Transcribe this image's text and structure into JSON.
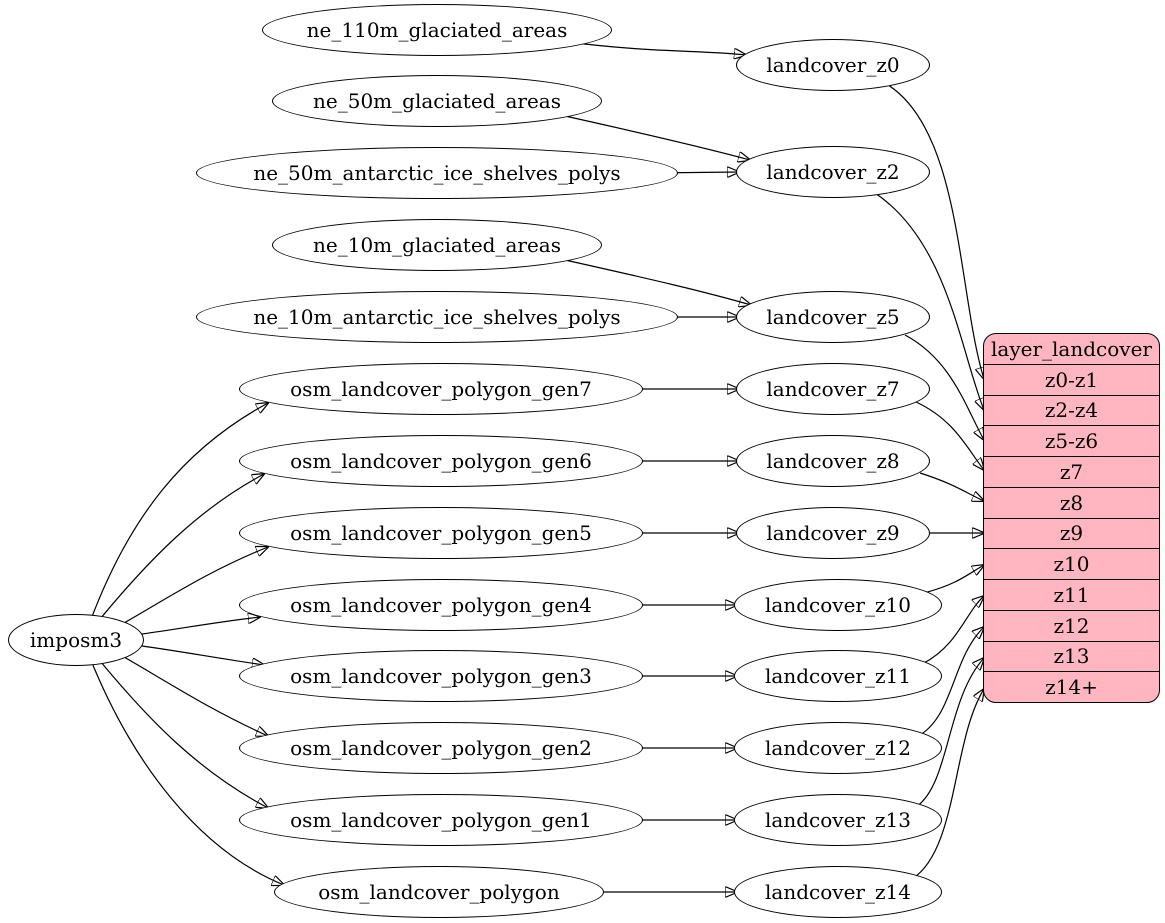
{
  "nodes": {
    "root": "imposm3",
    "sources": [
      "ne_110m_glaciated_areas",
      "ne_50m_glaciated_areas",
      "ne_50m_antarctic_ice_shelves_polys",
      "ne_10m_glaciated_areas",
      "ne_10m_antarctic_ice_shelves_polys",
      "osm_landcover_polygon_gen7",
      "osm_landcover_polygon_gen6",
      "osm_landcover_polygon_gen5",
      "osm_landcover_polygon_gen4",
      "osm_landcover_polygon_gen3",
      "osm_landcover_polygon_gen2",
      "osm_landcover_polygon_gen1",
      "osm_landcover_polygon"
    ],
    "intermediates": [
      "landcover_z0",
      "landcover_z2",
      "landcover_z5",
      "landcover_z7",
      "landcover_z8",
      "landcover_z9",
      "landcover_z10",
      "landcover_z11",
      "landcover_z12",
      "landcover_z13",
      "landcover_z14"
    ]
  },
  "table": {
    "title": "layer_landcover",
    "rows": [
      "z0-z1",
      "z2-z4",
      "z5-z6",
      "z7",
      "z8",
      "z9",
      "z10",
      "z11",
      "z12",
      "z13",
      "z14+"
    ]
  },
  "edges": [
    {
      "from": "imposm3",
      "to": "osm_landcover_polygon_gen7"
    },
    {
      "from": "imposm3",
      "to": "osm_landcover_polygon_gen6"
    },
    {
      "from": "imposm3",
      "to": "osm_landcover_polygon_gen5"
    },
    {
      "from": "imposm3",
      "to": "osm_landcover_polygon_gen4"
    },
    {
      "from": "imposm3",
      "to": "osm_landcover_polygon_gen3"
    },
    {
      "from": "imposm3",
      "to": "osm_landcover_polygon_gen2"
    },
    {
      "from": "imposm3",
      "to": "osm_landcover_polygon_gen1"
    },
    {
      "from": "imposm3",
      "to": "osm_landcover_polygon"
    },
    {
      "from": "ne_110m_glaciated_areas",
      "to": "landcover_z0"
    },
    {
      "from": "ne_50m_glaciated_areas",
      "to": "landcover_z2"
    },
    {
      "from": "ne_50m_antarctic_ice_shelves_polys",
      "to": "landcover_z2"
    },
    {
      "from": "ne_10m_glaciated_areas",
      "to": "landcover_z5"
    },
    {
      "from": "ne_10m_antarctic_ice_shelves_polys",
      "to": "landcover_z5"
    },
    {
      "from": "osm_landcover_polygon_gen7",
      "to": "landcover_z7"
    },
    {
      "from": "osm_landcover_polygon_gen6",
      "to": "landcover_z8"
    },
    {
      "from": "osm_landcover_polygon_gen5",
      "to": "landcover_z9"
    },
    {
      "from": "osm_landcover_polygon_gen4",
      "to": "landcover_z10"
    },
    {
      "from": "osm_landcover_polygon_gen3",
      "to": "landcover_z11"
    },
    {
      "from": "osm_landcover_polygon_gen2",
      "to": "landcover_z12"
    },
    {
      "from": "osm_landcover_polygon_gen1",
      "to": "landcover_z13"
    },
    {
      "from": "osm_landcover_polygon",
      "to": "landcover_z14"
    },
    {
      "from": "landcover_z0",
      "to": "z0-z1"
    },
    {
      "from": "landcover_z2",
      "to": "z2-z4"
    },
    {
      "from": "landcover_z5",
      "to": "z5-z6"
    },
    {
      "from": "landcover_z7",
      "to": "z7"
    },
    {
      "from": "landcover_z8",
      "to": "z8"
    },
    {
      "from": "landcover_z9",
      "to": "z9"
    },
    {
      "from": "landcover_z10",
      "to": "z10"
    },
    {
      "from": "landcover_z11",
      "to": "z11"
    },
    {
      "from": "landcover_z12",
      "to": "z12"
    },
    {
      "from": "landcover_z13",
      "to": "z13"
    },
    {
      "from": "landcover_z14",
      "to": "z14+"
    }
  ],
  "colors": {
    "table_fill": "#ffb6c1",
    "node_fill": "#ffffff",
    "node_stroke": "#000000",
    "edge_stroke": "#000000",
    "text": "#000000"
  }
}
